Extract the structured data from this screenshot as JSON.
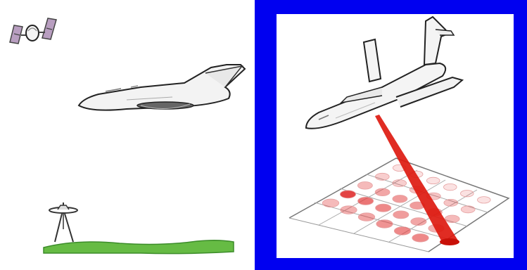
{
  "figure": {
    "left_panel": {
      "elements": [
        "satellite",
        "aircraft",
        "gps-ground-station",
        "ground-terrain"
      ],
      "colors": {
        "satellite_panel": "#b89ec0",
        "ground": "#66bb44",
        "station": "#555555"
      }
    },
    "right_panel": {
      "elements": [
        "aircraft",
        "laser-beam",
        "footprint-grid"
      ],
      "colors": {
        "beam": "#dd1a10",
        "footprint_strong": "#e24a4a",
        "footprint_light": "#f6c8c8"
      },
      "footprint_rows": [
        [
          0.15,
          0.15,
          0.15,
          0.15,
          0.15,
          0.15
        ],
        [
          0.25,
          0.25,
          0.3,
          0.3,
          0.3,
          0.25
        ],
        [
          0.35,
          0.45,
          0.5,
          0.5,
          0.45,
          0.35
        ],
        [
          0.95,
          0.7,
          0.6,
          0.5,
          0.45,
          0.4
        ],
        [
          0.35,
          0.4,
          0.45,
          0.55,
          0.6,
          0.6
        ]
      ]
    },
    "background_color": "#0000f0"
  }
}
